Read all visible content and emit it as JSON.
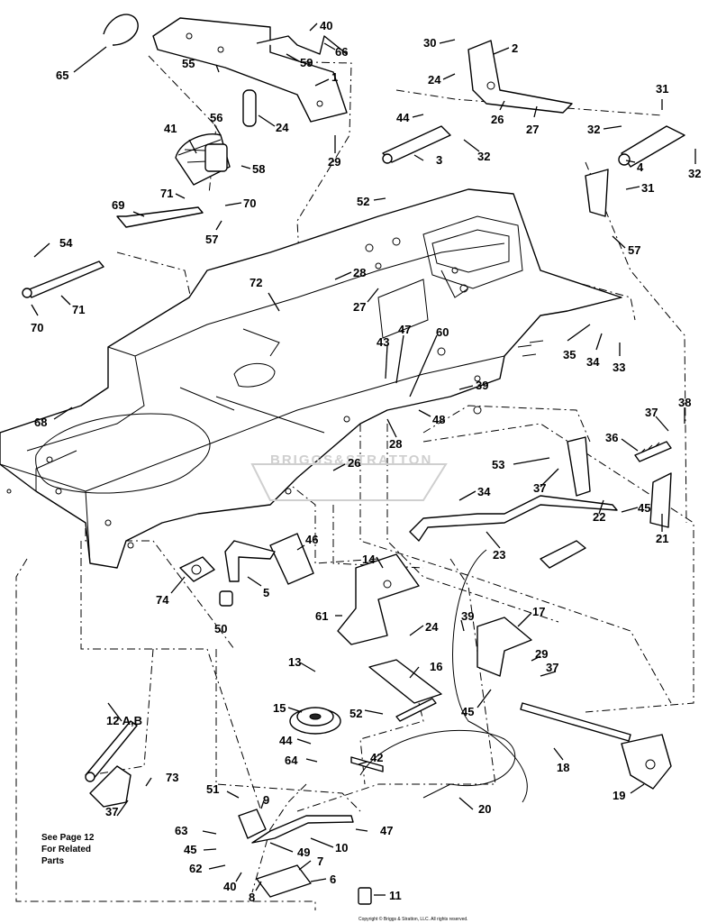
{
  "callouts": [
    {
      "id": "c40a",
      "label": "40"
    },
    {
      "id": "c66",
      "label": "66"
    },
    {
      "id": "c65",
      "label": "65"
    },
    {
      "id": "c55",
      "label": "55"
    },
    {
      "id": "c59",
      "label": "59"
    },
    {
      "id": "c1",
      "label": "1"
    },
    {
      "id": "c24a",
      "label": "24"
    },
    {
      "id": "c29a",
      "label": "29"
    },
    {
      "id": "c56",
      "label": "56"
    },
    {
      "id": "c41",
      "label": "41"
    },
    {
      "id": "c58",
      "label": "58"
    },
    {
      "id": "c71a",
      "label": "71"
    },
    {
      "id": "c70a",
      "label": "70"
    },
    {
      "id": "c57a",
      "label": "57"
    },
    {
      "id": "c69",
      "label": "69"
    },
    {
      "id": "c30",
      "label": "30"
    },
    {
      "id": "c2",
      "label": "2"
    },
    {
      "id": "c24b",
      "label": "24"
    },
    {
      "id": "c31a",
      "label": "31"
    },
    {
      "id": "c44a",
      "label": "44"
    },
    {
      "id": "c26a",
      "label": "26"
    },
    {
      "id": "c27a",
      "label": "27"
    },
    {
      "id": "c32a",
      "label": "32"
    },
    {
      "id": "c32b",
      "label": "32"
    },
    {
      "id": "c32c",
      "label": "32"
    },
    {
      "id": "c3",
      "label": "3"
    },
    {
      "id": "c4",
      "label": "4"
    },
    {
      "id": "c31b",
      "label": "31"
    },
    {
      "id": "c57b",
      "label": "57"
    },
    {
      "id": "c52a",
      "label": "52"
    },
    {
      "id": "c54",
      "label": "54"
    },
    {
      "id": "c70b",
      "label": "70"
    },
    {
      "id": "c71b",
      "label": "71"
    },
    {
      "id": "c72",
      "label": "72"
    },
    {
      "id": "c28a",
      "label": "28"
    },
    {
      "id": "c27b",
      "label": "27"
    },
    {
      "id": "c47a",
      "label": "47"
    },
    {
      "id": "c60",
      "label": "60"
    },
    {
      "id": "c43",
      "label": "43"
    },
    {
      "id": "c35",
      "label": "35"
    },
    {
      "id": "c34a",
      "label": "34"
    },
    {
      "id": "c33",
      "label": "33"
    },
    {
      "id": "c39a",
      "label": "39"
    },
    {
      "id": "c48",
      "label": "48"
    },
    {
      "id": "c68",
      "label": "68"
    },
    {
      "id": "c28b",
      "label": "28"
    },
    {
      "id": "c38",
      "label": "38"
    },
    {
      "id": "c37a",
      "label": "37"
    },
    {
      "id": "c36",
      "label": "36"
    },
    {
      "id": "c53",
      "label": "53"
    },
    {
      "id": "c26b",
      "label": "26"
    },
    {
      "id": "c37b",
      "label": "37"
    },
    {
      "id": "c34b",
      "label": "34"
    },
    {
      "id": "c22",
      "label": "22"
    },
    {
      "id": "c45a",
      "label": "45"
    },
    {
      "id": "c21",
      "label": "21"
    },
    {
      "id": "c23",
      "label": "23"
    },
    {
      "id": "c46",
      "label": "46"
    },
    {
      "id": "c14",
      "label": "14"
    },
    {
      "id": "c74",
      "label": "74"
    },
    {
      "id": "c5",
      "label": "5"
    },
    {
      "id": "c50",
      "label": "50"
    },
    {
      "id": "c61",
      "label": "61"
    },
    {
      "id": "c24c",
      "label": "24"
    },
    {
      "id": "c39b",
      "label": "39"
    },
    {
      "id": "c17",
      "label": "17"
    },
    {
      "id": "c29b",
      "label": "29"
    },
    {
      "id": "c37c",
      "label": "37"
    },
    {
      "id": "c13",
      "label": "13"
    },
    {
      "id": "c16",
      "label": "16"
    },
    {
      "id": "c15",
      "label": "15"
    },
    {
      "id": "c45b",
      "label": "45"
    },
    {
      "id": "c52b",
      "label": "52"
    },
    {
      "id": "c44b",
      "label": "44"
    },
    {
      "id": "c42",
      "label": "42"
    },
    {
      "id": "c64",
      "label": "64"
    },
    {
      "id": "c18",
      "label": "18"
    },
    {
      "id": "c12ab",
      "label": "12 A,B"
    },
    {
      "id": "c19",
      "label": "19"
    },
    {
      "id": "c73",
      "label": "73"
    },
    {
      "id": "c37d",
      "label": "37"
    },
    {
      "id": "c20",
      "label": "20"
    },
    {
      "id": "c51",
      "label": "51"
    },
    {
      "id": "c9",
      "label": "9"
    },
    {
      "id": "c63",
      "label": "63"
    },
    {
      "id": "c47b",
      "label": "47"
    },
    {
      "id": "c45c",
      "label": "45"
    },
    {
      "id": "c49",
      "label": "49"
    },
    {
      "id": "c10",
      "label": "10"
    },
    {
      "id": "c62",
      "label": "62"
    },
    {
      "id": "c7",
      "label": "7"
    },
    {
      "id": "c40b",
      "label": "40"
    },
    {
      "id": "c6",
      "label": "6"
    },
    {
      "id": "c8",
      "label": "8"
    },
    {
      "id": "c11",
      "label": "11"
    }
  ],
  "note": {
    "line1": "See Page 12",
    "line2": "For Related",
    "line3": "Parts"
  },
  "watermark": "BRIGGS&STRATTON",
  "copyright": "Copyright © Briggs & Stratton, LLC. All rights reserved.",
  "colors": {
    "ink": "#000000",
    "paper": "#ffffff",
    "watermark": "#cfcfcf"
  }
}
